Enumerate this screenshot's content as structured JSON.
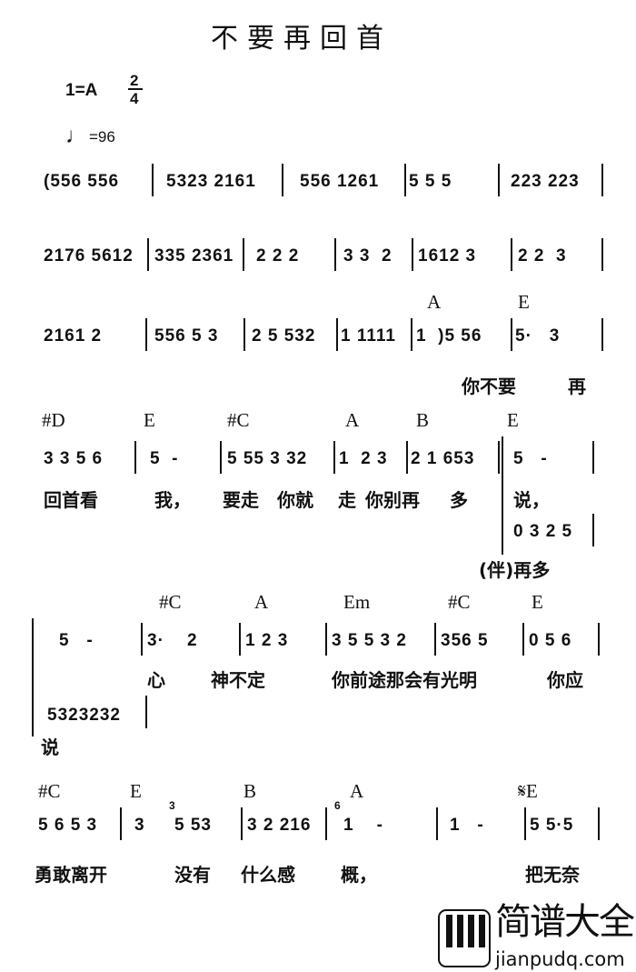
{
  "title": "不要再回首",
  "key": "1=A",
  "time_signature": {
    "numerator": "2",
    "denominator": "4"
  },
  "tempo": "=96",
  "notes": [
    "(556 556",
    "5323 2161",
    "556 1261",
    "5 5 5",
    "223 223",
    "2176 5612",
    "335 2361",
    "2 2 2",
    "3 3  2",
    "1612 3",
    "2 2  3",
    "2161 2",
    "556 5 3",
    "2 5 532",
    "1 1111",
    "1  )5 56",
    "5·   3",
    "3 3 5 6",
    "5  -",
    "5 55 3 32",
    "1  2 3",
    "2 1 653",
    "5   -",
    "0 3 2 5",
    "5   -",
    "3·    2",
    "1 2 3",
    "3 5 5 3 2",
    "356 5",
    "0 5 6",
    "5323232",
    "5 6 5 3",
    "3",
    "5 53",
    "3 2 216",
    "1    -",
    "1   -",
    "5 5·5"
  ],
  "grace_notes": [
    "3",
    "6"
  ],
  "chords": [
    "A",
    "E",
    "#D",
    "E",
    "#C",
    "A",
    "B",
    "E",
    "#C",
    "A",
    "Em",
    "#C",
    "E",
    "#C",
    "E",
    "B",
    "A",
    "𝄋E"
  ],
  "lyrics": [
    "你不要",
    "再",
    "回首看",
    "我，",
    "要走",
    "你就",
    "走",
    "你别再",
    "多",
    "说，",
    "(伴)再多",
    "心",
    "神不定",
    "你前途那会有光明",
    "你应",
    "说",
    "勇敢离开",
    "没有",
    "什么感",
    "概，",
    "把无奈"
  ],
  "logo": {
    "text": "简谱大全",
    "url": "jianpudq.com"
  }
}
